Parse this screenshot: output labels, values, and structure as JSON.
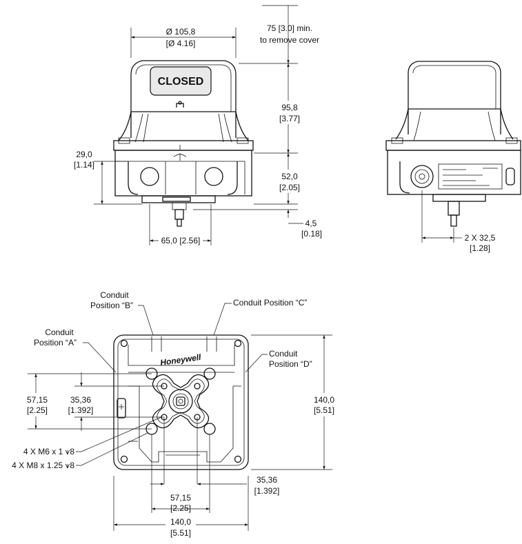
{
  "front_view": {
    "cover_diameter": {
      "mm": "Ø 105,8",
      "in": "[Ø 4.16]"
    },
    "cover_clearance": {
      "line1": "75 [3.0] min.",
      "line2": "to remove cover"
    },
    "cover_height": {
      "mm": "95,8",
      "in": "[3.77]"
    },
    "left_height": {
      "mm": "29,0",
      "in": "[1.14]"
    },
    "body_height": {
      "mm": "52,0",
      "in": "[2.05]"
    },
    "shaft_height": {
      "mm": "4,5",
      "in": "[0.18]"
    },
    "base_width": {
      "mm": "65,0",
      "in": "[2.56]"
    },
    "indicator_text": "CLOSED"
  },
  "side_view": {
    "offset": {
      "mm": "2 X 32,5",
      "in": "[1.28]"
    }
  },
  "bottom_view": {
    "brand": "Honeywell",
    "conduit_a": {
      "line1": "Conduit",
      "line2": "Position “A”"
    },
    "conduit_b": {
      "line1": "Conduit",
      "line2": "Position “B”"
    },
    "conduit_c": {
      "line1": "Conduit Position “C”"
    },
    "conduit_d": {
      "line1": "Conduit",
      "line2": "Position “D”"
    },
    "left_outer": {
      "mm": "57,15",
      "in": "[2.25]"
    },
    "left_inner": {
      "mm": "35,36",
      "in": "[1.392]"
    },
    "height": {
      "mm": "140,0",
      "in": "[5.51]"
    },
    "right_inner": {
      "mm": "35,36",
      "in": "[1.392]"
    },
    "bottom_inner": {
      "mm": "57,15",
      "in": "[2.25]"
    },
    "width": {
      "mm": "140,0",
      "in": "[5.51]"
    },
    "thread_m6": "4 X M6 x 1 ⩛8",
    "thread_m8": "4 X M8 x 1.25 ⩛8"
  }
}
